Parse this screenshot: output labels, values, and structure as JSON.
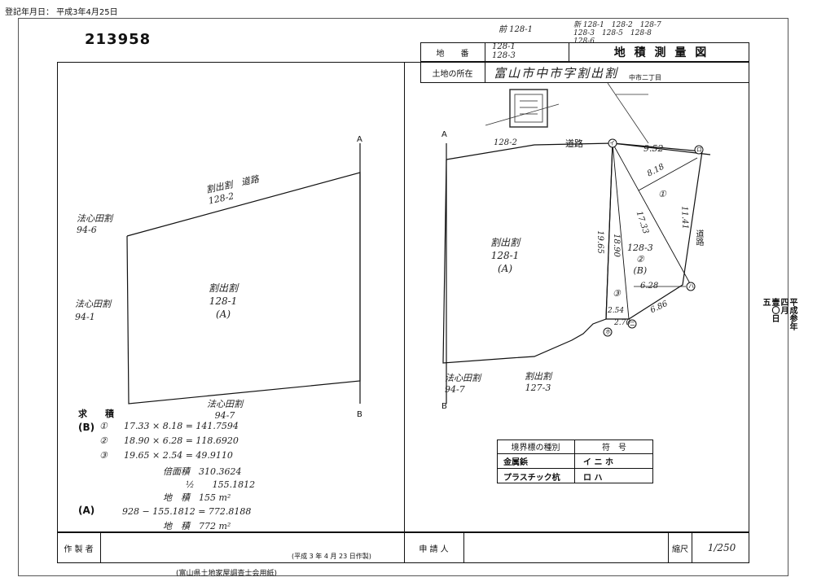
{
  "registration_date": "登記年月日： 平成3年4月25日",
  "doc_number": "213958",
  "header": {
    "chiban_label": "地　　番",
    "chiban_value": "128-1\n128-3",
    "chiban_top_note": "前 128-1",
    "chiban_new_note": "新 128-1　128-2　128-7\n128-3　128-5　128-8\n128-6",
    "title": "地 積 測 量 図",
    "location_label": "土地の所在",
    "location_value": "富山市中市字割出割",
    "location_new": "中市二丁目"
  },
  "left_plan": {
    "label_A": "A",
    "label_B": "B",
    "top_neighbor": "割出割　道路\n128-2",
    "left_upper": "法心田割\n94-6",
    "left_lower": "法心田割\n94-1",
    "center_lot": "割出割\n128-1\n(A)",
    "bottom_neighbor": "法心田割\n94-7"
  },
  "calculation": {
    "heading": "求　　積",
    "b_label": "(B)",
    "rows": [
      {
        "mark": "①",
        "expr": "17.33 × 8.18 = 141.7594"
      },
      {
        "mark": "②",
        "expr": "18.90 × 6.28 = 118.6920"
      },
      {
        "mark": "③",
        "expr": "19.65 × 2.54 = 49.9110"
      }
    ],
    "double_area": "倍面積　310.3624",
    "half": "½　　155.1812",
    "area_b": "地　積　155 m²",
    "a_label": "(A)",
    "a_expr": "928 − 155.1812 = 772.8188",
    "area_a": "地　積　772 m²"
  },
  "right_plan": {
    "label_A": "A",
    "label_B": "B",
    "road_top": "128-2",
    "road_label": "道路",
    "road_right": "道路",
    "dim_952": "9.52",
    "dim_818": "8.18",
    "dim_1733": "17.33",
    "dim_1890": "18.90",
    "dim_1965": "19.65",
    "dim_628": "6.28",
    "dim_254": "2.54",
    "dim_270": "2.70",
    "dim_686": "6.86",
    "dim_1141": "11.41",
    "lot_a": "割出割\n128-1\n(A)",
    "lot_b": "128-3\n②\n(B)",
    "circle_1": "①",
    "circle_3": "③",
    "bottom_left": "法心田割\n94-7",
    "bottom_right": "割出割\n127-3",
    "point_i": "イ",
    "point_ro": "ロ",
    "point_ha": "ハ",
    "point_ni": "ニ",
    "point_ho": "ホ"
  },
  "legend": {
    "col1": "境界標の種別",
    "col2": "符　号",
    "rows": [
      {
        "kind": "金属鋲",
        "sym": "イ ニ ホ"
      },
      {
        "kind": "プラスチック杭",
        "sym": "ロ ハ"
      }
    ]
  },
  "footer": {
    "maker_label": "作 製 者",
    "date_made": "(平成 3 年 4 月 23 日作製)",
    "applicant_label": "申 請 人",
    "scale_label": "縮尺",
    "scale_value": "1/250",
    "publisher": "(富山県土地家屋調査士会用紙)"
  },
  "side_stamp": "平成参年\n四月\n壹〇日\n五"
}
